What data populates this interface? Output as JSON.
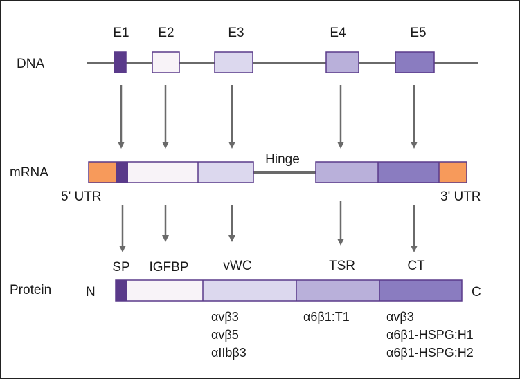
{
  "rows": {
    "dna": "DNA",
    "mrna": "mRNA",
    "protein": "Protein"
  },
  "exons": [
    "E1",
    "E2",
    "E3",
    "E4",
    "E5"
  ],
  "mrna": {
    "utr5": "5' UTR",
    "utr3": "3' UTR",
    "hinge": "Hinge"
  },
  "protein": {
    "n_term": "N",
    "c_term": "C",
    "domains": [
      "SP",
      "IGFBP",
      "vWC",
      "TSR",
      "CT"
    ],
    "binding": {
      "vwc": [
        "αvβ3",
        "αvβ5",
        "αIIbβ3"
      ],
      "tsr": [
        "α6β1:T1"
      ],
      "ct": [
        "αvβ3",
        "α6β1-HSPG:H1",
        "α6β1-HSPG:H2"
      ]
    }
  },
  "colors": {
    "utr": "#f79a5b",
    "sp": "#5a3a8a",
    "igfbp": "#f8f3f8",
    "vwc": "#dcd8ee",
    "tsr": "#b9b0da",
    "ct": "#8a7cc0",
    "outline": "#5a3a8a",
    "line": "#6a6a6a"
  }
}
